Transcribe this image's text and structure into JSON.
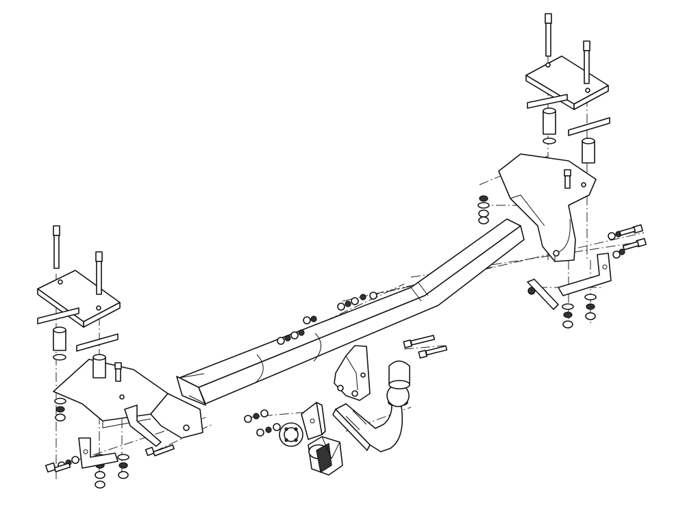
{
  "figure": {
    "type": "exploded-assembly-line-drawing",
    "background": "#ffffff",
    "line_color": "#111111",
    "components": [
      "main-crossbar-tube",
      "left-mounting-bracket",
      "right-mounting-bracket",
      "left-clamp-plate",
      "right-clamp-plate",
      "tow-ball-neck",
      "tow-ball",
      "ball-cover-cap",
      "socket-mounting-plate",
      "electrical-socket",
      "bolts",
      "nuts",
      "washers",
      "spacer-tubes",
      "support-straps"
    ]
  }
}
